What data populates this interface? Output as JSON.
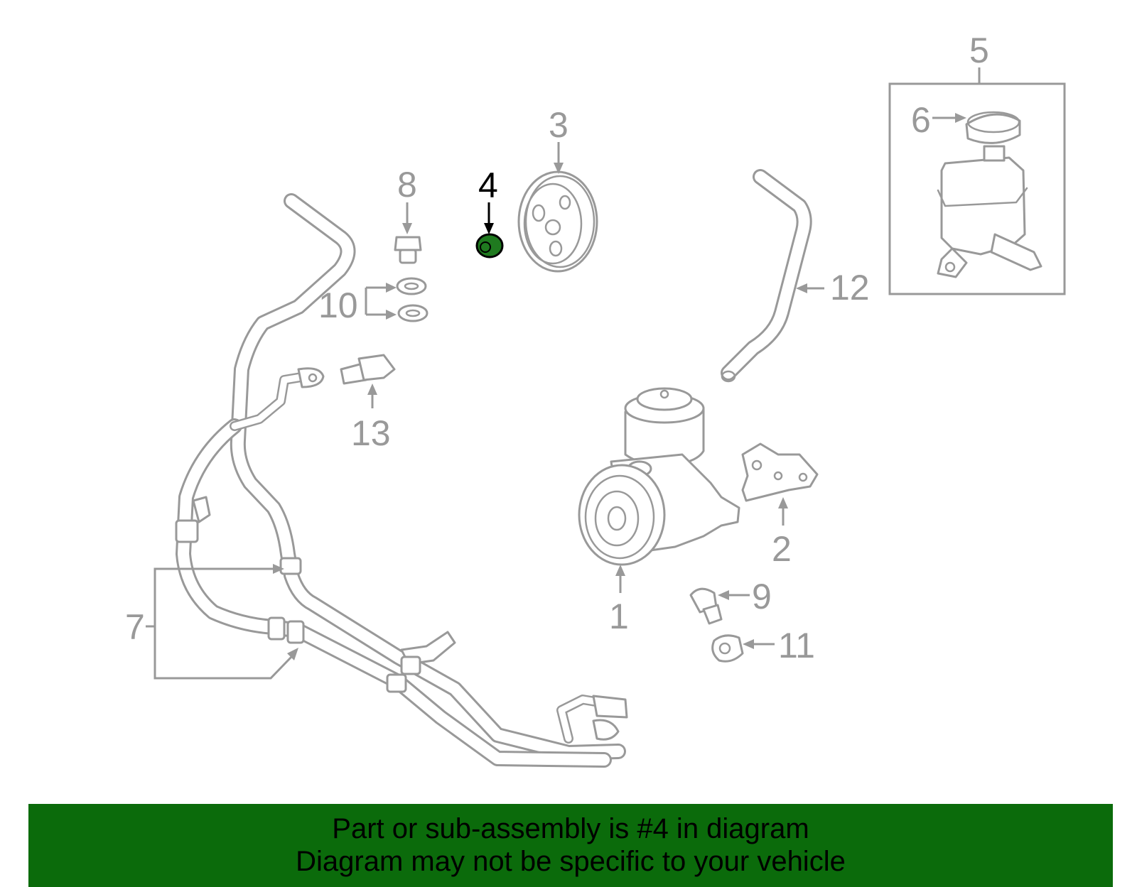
{
  "highlight_color": "#0b6b0b",
  "line_color": "#999999",
  "callouts": {
    "c1": "1",
    "c2": "2",
    "c3": "3",
    "c4": "4",
    "c5": "5",
    "c6": "6",
    "c7": "7",
    "c8": "8",
    "c9": "9",
    "c10": "10",
    "c11": "11",
    "c12": "12",
    "c13": "13"
  },
  "highlighted_part": "4",
  "banner": {
    "line1": "Part or sub-assembly is #4 in diagram",
    "line2": "Diagram may not be specific to your vehicle"
  }
}
